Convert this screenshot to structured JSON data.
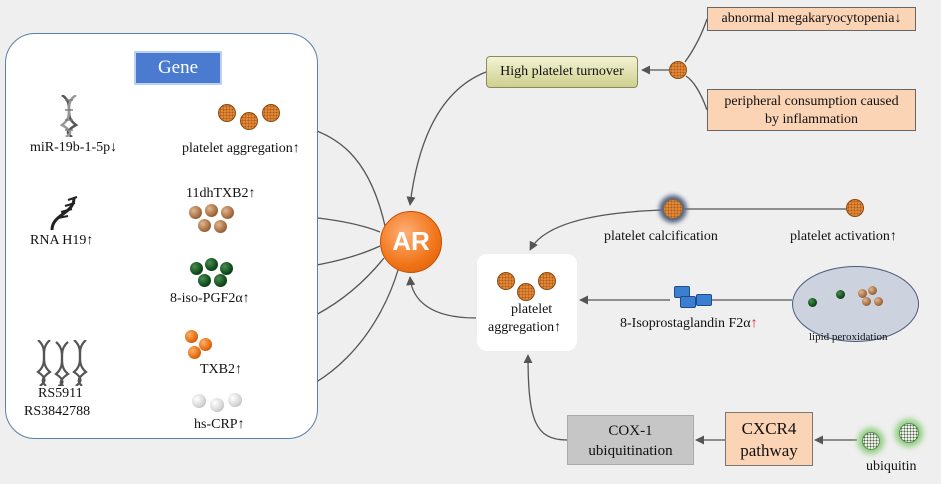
{
  "center": {
    "label": "AR"
  },
  "gene_panel": {
    "title": "Gene",
    "items": {
      "mirna_label": "miR-19b-1-5p↓",
      "platelet_aggregation": "platelet aggregation↑",
      "rna_label": "RNA H19↑",
      "txb2_11dh": "11dhTXB2↑",
      "iso_pgf2a": "8-iso-PGF2α↑",
      "rs5911": "RS5911",
      "rs3842788": "RS3842788",
      "txb2": "TXB2↑",
      "hs_crp": "hs-CRP↑"
    }
  },
  "right": {
    "turnover": "High platelet turnover",
    "megakaryo": "abnormal megakaryocytopenia↓",
    "consumption_line1": "peripheral consumption caused",
    "consumption_line2": "by inflammation",
    "calcification": "platelet calcification",
    "activation": "platelet activation↑",
    "agg_line1": "platelet",
    "agg_line2": "aggregation↑",
    "isoprostaglandin_text": "8-Isoprostaglandin F2α",
    "isoprostaglandin_arrow": "↑",
    "lipid": "lipid peroxidation",
    "cox_line1": "COX-1",
    "cox_line2": "ubiquitination",
    "cxcr4_line1": "CXCR4",
    "cxcr4_line2": "pathway",
    "ubiquitin": "ubiquitin"
  },
  "colors": {
    "gene_title_bg": "#4a7bd0",
    "ar_orange": "#f07418",
    "salmon_box": "#fbd3b5",
    "cox_box": "#c6c6c6",
    "arrow": "#555555",
    "red_arrow": "#e02020"
  },
  "icons": [
    "dna-icon",
    "rna-helix-icon",
    "dna-triple-icon",
    "platelet-icon",
    "calcified-platelet-icon",
    "ubiquitin-icon",
    "prostaglandin-icon"
  ]
}
